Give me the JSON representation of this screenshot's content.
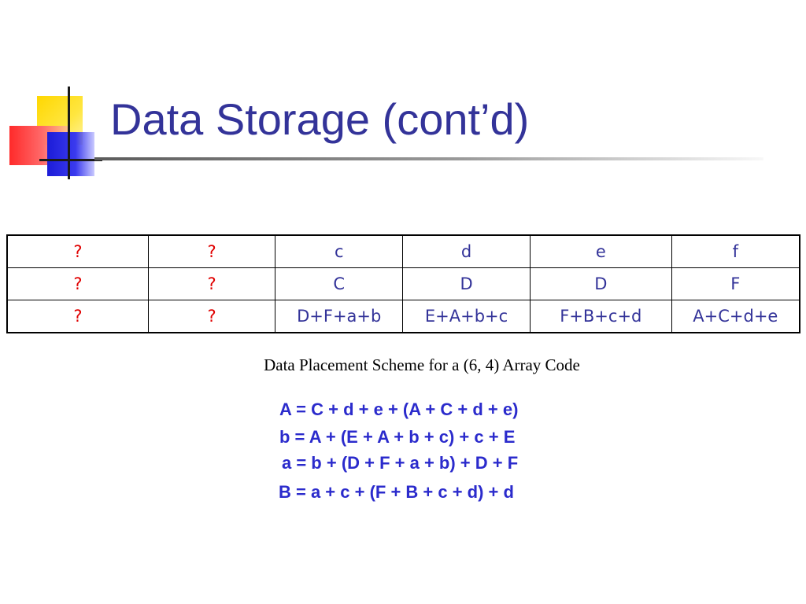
{
  "slide": {
    "title": "Data Storage (cont’d)"
  },
  "table": {
    "rows": [
      [
        "?",
        "?",
        "c",
        "d",
        "e",
        "f"
      ],
      [
        "?",
        "?",
        "C",
        "D",
        "D",
        "F"
      ],
      [
        "?",
        "?",
        "D+F+a+b",
        "E+A+b+c",
        "F+B+c+d",
        "A+C+d+e"
      ]
    ]
  },
  "caption": "Data Placement Scheme for a (6, 4) Array Code",
  "equations": [
    "A = C + d + e + (A + C + d + e)",
    "b = A + (E + A + b + c) + c + E",
    "a = b + (D + F + a + b) + D + F",
    "B = a + c + (F + B + c + d) + d"
  ],
  "colors": {
    "title": "#333399",
    "table_text": "#333399",
    "unknown_cell": "#e00000",
    "equations": "#2b2bcc"
  }
}
